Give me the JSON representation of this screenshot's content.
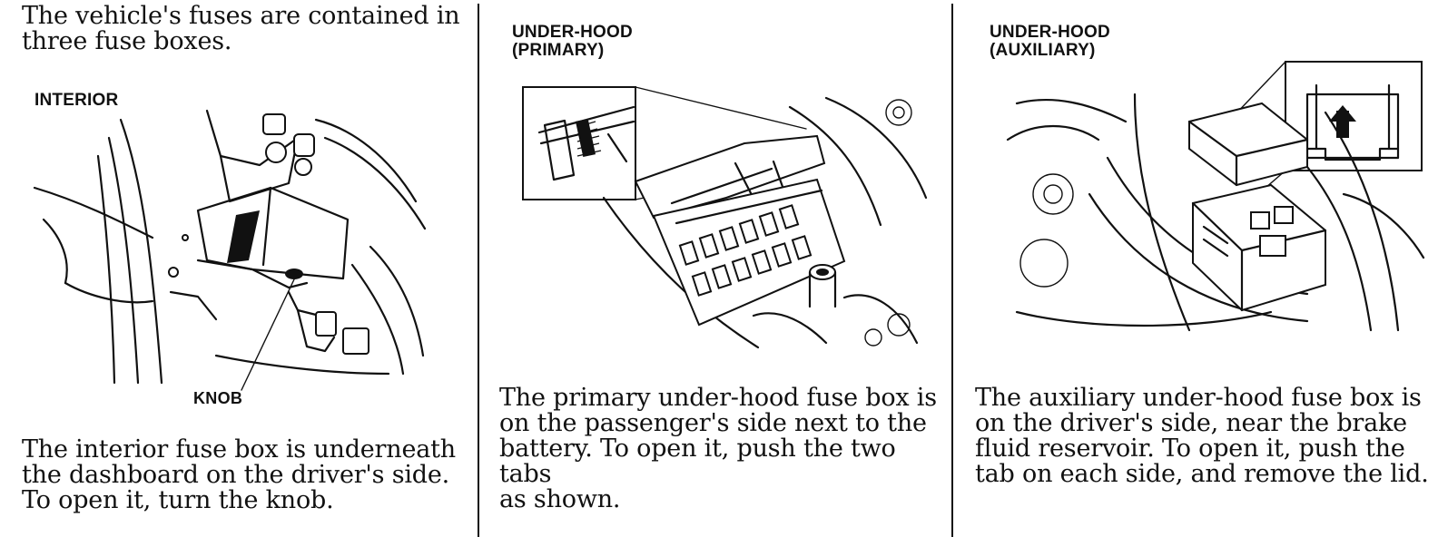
{
  "intro": {
    "text": "The vehicle's fuses are contained in\nthree fuse boxes."
  },
  "interior": {
    "heading": "INTERIOR",
    "callout": "KNOB",
    "description": "The interior fuse box is underneath\nthe dashboard on the driver's side.\nTo open it, turn the knob."
  },
  "primary": {
    "heading": "UNDER-HOOD\n(PRIMARY)",
    "description": "The primary under-hood fuse box is\non the passenger's side next to the\nbattery. To open it, push the two tabs\nas shown."
  },
  "auxiliary": {
    "heading": "UNDER-HOOD\n(AUXILIARY)",
    "description": "The auxiliary under-hood fuse box is\non the driver's side, near the brake\nfluid reservoir. To open it, push the\ntab on each side, and remove the lid."
  }
}
